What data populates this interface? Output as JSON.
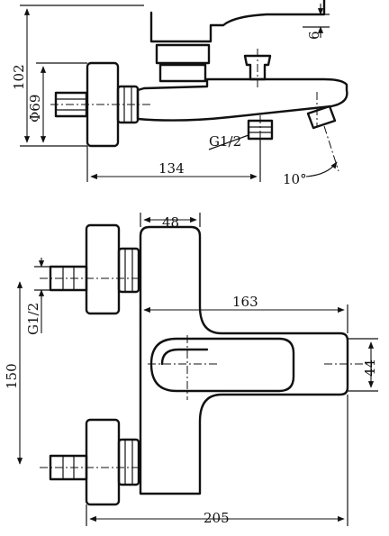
{
  "drawing": {
    "side_view": {
      "height_label": "102",
      "diameter_label": "Φ69",
      "thread_label": "G1/2",
      "depth_label": "134",
      "gap_label": "6",
      "angle_label": "10°"
    },
    "front_view": {
      "body_width_label": "48",
      "spout_length_label": "163",
      "thread_label": "G1/2",
      "centers_label": "150",
      "handle_height_label": "44",
      "total_width_label": "205"
    }
  }
}
